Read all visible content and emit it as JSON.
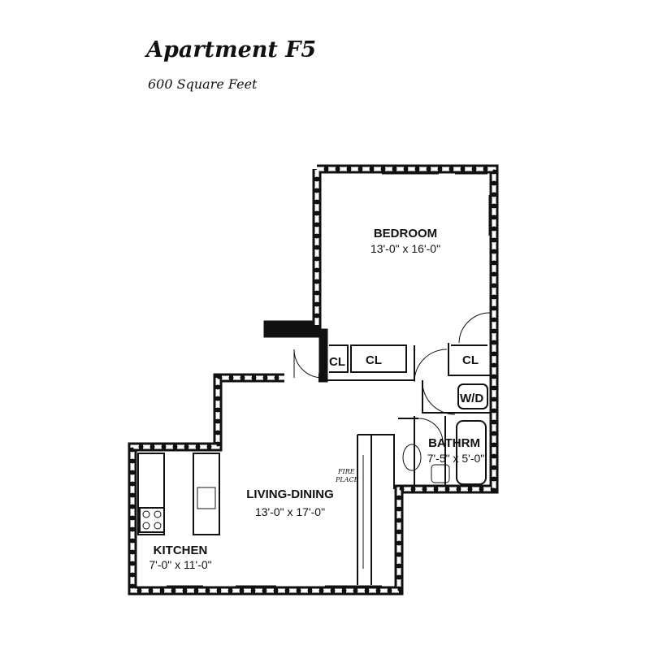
{
  "header": {
    "title": "Apartment F5",
    "subtitle": "600 Square Feet"
  },
  "rooms": {
    "bedroom": {
      "name": "BEDROOM",
      "dims": "13'-0\" x 16'-0\""
    },
    "living": {
      "name": "LIVING-DINING",
      "dims": "13'-0\" x 17'-0\""
    },
    "kitchen": {
      "name": "KITCHEN",
      "dims": "7'-0\" x 11'-0\""
    },
    "bathroom": {
      "name": "BATHRM",
      "dims": "7'-5\" x 5'-0\""
    },
    "closet_label": "CL",
    "washer_dryer": "W/D",
    "fireplace_line1": "FIRE",
    "fireplace_line2": "PLACE"
  }
}
